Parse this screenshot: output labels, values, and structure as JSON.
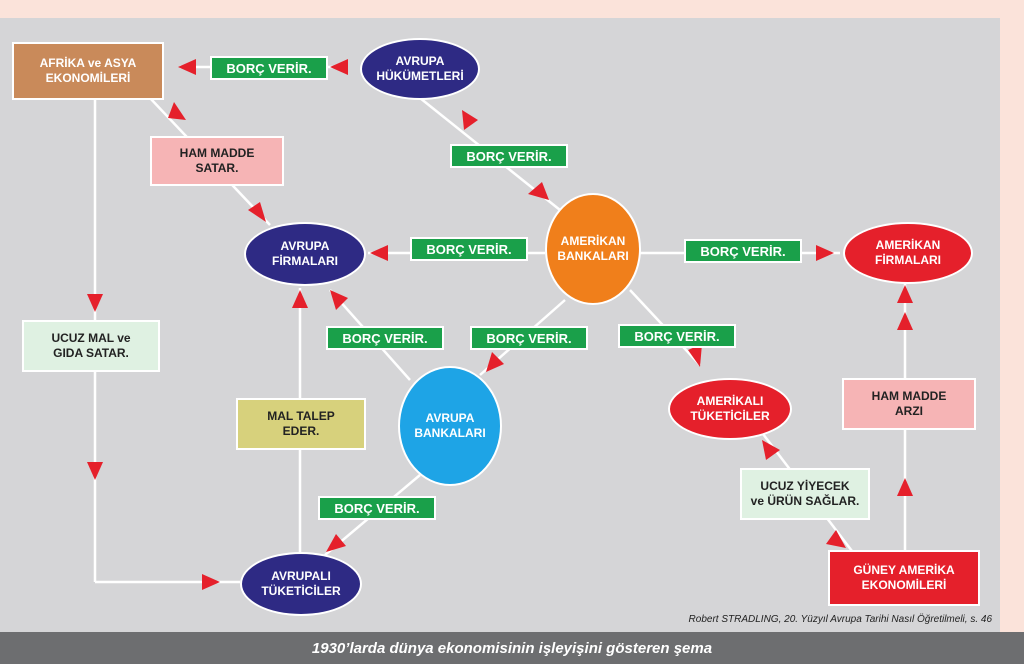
{
  "colors": {
    "background": "#d5d5d7",
    "dark_blue": "#2e2a84",
    "orange": "#f07f1b",
    "light_blue": "#1ea4e6",
    "red": "#e5202b",
    "green": "#1aa04a",
    "brown": "#c98a5a",
    "pink": "#f6b4b5",
    "mint": "#dff1e2",
    "khaki": "#d7d17c",
    "arrow": "#e5202b",
    "caption_bar": "#6d6e70"
  },
  "nodes": {
    "afrika_asya": [
      "AFRİKA ve ASYA",
      "EKONOMİLERİ"
    ],
    "avrupa_hukumetleri": [
      "AVRUPA",
      "HÜKÜMETLERİ"
    ],
    "ham_madde_satar": [
      "HAM MADDE",
      "SATAR."
    ],
    "avrupa_firmalari": [
      "AVRUPA",
      "FİRMALARI"
    ],
    "amerikan_bankalari": [
      "AMERİKAN",
      "BANKALARI"
    ],
    "amerikan_firmalari": [
      "AMERİKAN",
      "FİRMALARI"
    ],
    "ucuz_mal": [
      "UCUZ MAL ve",
      "GIDA SATAR."
    ],
    "avrupa_bankalari": [
      "AVRUPA",
      "BANKALARI"
    ],
    "amerikali_tuketiciler": [
      "AMERİKALI",
      "TÜKETİCİLER"
    ],
    "ham_madde_arzi": [
      "HAM MADDE",
      "ARZI"
    ],
    "mal_talep": [
      "MAL TALEP",
      "EDER."
    ],
    "ucuz_yiyecek": [
      "UCUZ YİYECEK",
      "ve ÜRÜN SAĞLAR."
    ],
    "guney_amerika": [
      "GÜNEY AMERİKA",
      "EKONOMİLERİ"
    ],
    "avrupali_tuketiciler": [
      "AVRUPALI",
      "TÜKETİCİLER"
    ]
  },
  "edge_label": "BORÇ VERİR.",
  "source_note": "Robert STRADLING, 20. Yüzyıl Avrupa Tarihi Nasıl Öğretilmeli, s. 46",
  "caption": "1930’larda dünya ekonomisinin işleyişini gösteren şema"
}
